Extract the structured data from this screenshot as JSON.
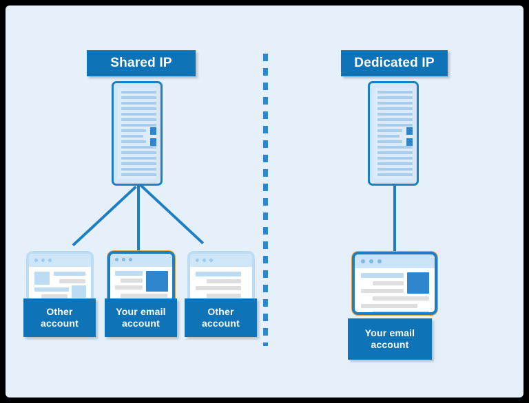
{
  "diagram": {
    "title_left": "Shared IP",
    "title_right": "Dedicated IP",
    "divider": "vertical-dashed-separator",
    "colors": {
      "canvas_background": "#e5f0fb",
      "chip_blue": "#0f73b8",
      "accent_blue": "#1d7fc2",
      "mid_blue": "#2f86cd",
      "light_blue": "#bcdcf3",
      "pale_blue": "#a8cdeb",
      "gray_bar": "#dedede",
      "highlight_outline": "#e8a33d",
      "chip_text": "#ffffff",
      "frame": "#000000"
    },
    "left": {
      "server_name": "shared-mail-server",
      "accounts": [
        {
          "label_line1": "Other",
          "label_line2": "account",
          "highlighted": false
        },
        {
          "label_line1": "Your email",
          "label_line2": "account",
          "highlighted": true
        },
        {
          "label_line1": "Other",
          "label_line2": "account",
          "highlighted": false
        }
      ]
    },
    "right": {
      "server_name": "dedicated-mail-server",
      "accounts": [
        {
          "label_line1": "Your email",
          "label_line2": "account",
          "highlighted": true
        }
      ]
    }
  }
}
